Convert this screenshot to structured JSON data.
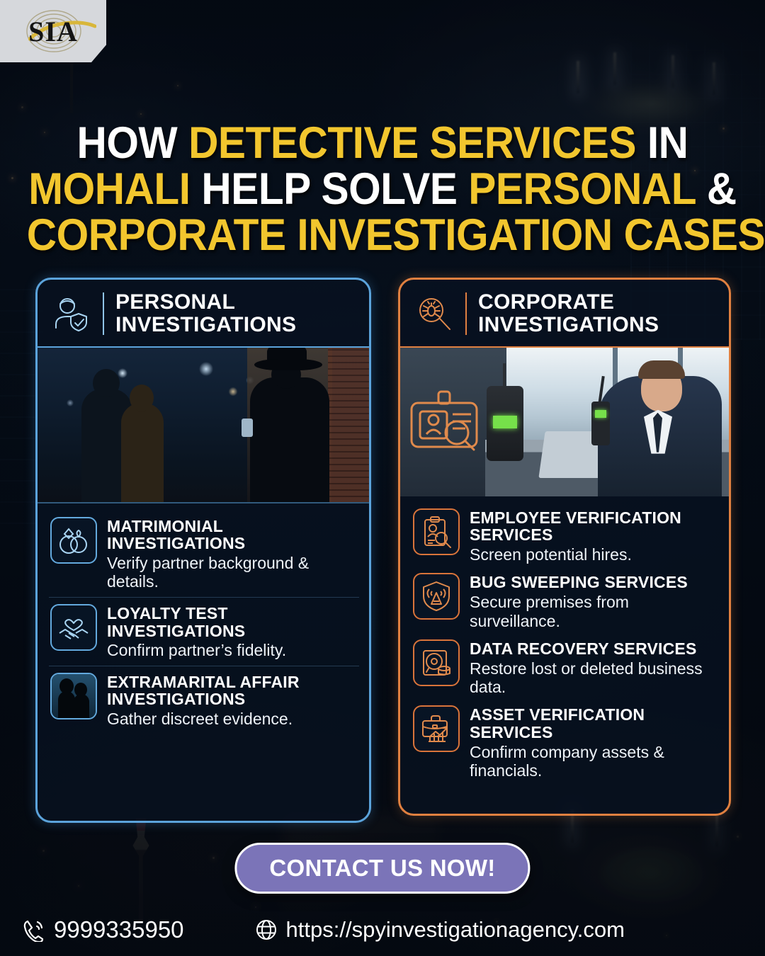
{
  "brand": {
    "logo_text": "SIA",
    "logo_icon": "fingerprint-swoosh-icon"
  },
  "headline": {
    "lines": [
      [
        {
          "text": "HOW ",
          "color": "white"
        },
        {
          "text": "DETECTIVE SERVICES ",
          "color": "gold"
        },
        {
          "text": "IN",
          "color": "white"
        }
      ],
      [
        {
          "text": "MOHALI ",
          "color": "gold"
        },
        {
          "text": "HELP SOLVE ",
          "color": "white"
        },
        {
          "text": "PERSONAL ",
          "color": "gold"
        },
        {
          "text": "&",
          "color": "white"
        }
      ],
      [
        {
          "text": "CORPORATE INVESTIGATION CASES",
          "color": "gold"
        }
      ]
    ],
    "plain": "HOW DETECTIVE SERVICES IN MOHALI HELP SOLVE PERSONAL & CORPORATE INVESTIGATION CASES"
  },
  "cards": {
    "personal": {
      "title_line1": "PERSONAL",
      "title_line2": "INVESTIGATIONS",
      "accent_color": "#5ba3db",
      "header_icon": "detective-shield-icon",
      "photo_alt": "night-street-surveillance-photo",
      "items": [
        {
          "icon": "wedding-rings-icon",
          "title_line1": "MATRIMONIAL",
          "title_line2": "INVESTIGATIONS",
          "desc": "Verify partner background & details."
        },
        {
          "icon": "handshake-heart-icon",
          "title_line1": "LOYALTY TEST",
          "title_line2": "INVESTIGATIONS",
          "desc": "Confirm partner’s fidelity."
        },
        {
          "icon": "couple-silhouette-icon",
          "title_line1": "EXTRAMARITAL AFFAIR",
          "title_line2": "INVESTIGATIONS",
          "desc": "Gather discreet evidence."
        }
      ]
    },
    "corporate": {
      "title_line1": "CORPORATE",
      "title_line2": "INVESTIGATIONS",
      "accent_color": "#e08040",
      "header_icon": "magnifier-bug-icon",
      "photo_alt": "office-bug-sweep-photo",
      "photo_overlay_icon": "id-badge-magnifier-icon",
      "items": [
        {
          "icon": "clipboard-magnifier-icon",
          "title_line1": "EMPLOYEE VERIFICATION",
          "title_line2": "SERVICES",
          "desc": "Screen potential hires."
        },
        {
          "icon": "shield-signal-icon",
          "title_line1": "BUG SWEEPING SERVICES",
          "title_line2": "",
          "desc": "Secure premises from surveillance."
        },
        {
          "icon": "harddrive-magnifier-icon",
          "title_line1": "DATA RECOVERY SERVICES",
          "title_line2": "",
          "desc": "Restore lost or deleted business data."
        },
        {
          "icon": "briefcase-chart-icon",
          "title_line1": "ASSET VERIFICATION",
          "title_line2": "SERVICES",
          "desc": "Confirm company assets & financials."
        }
      ]
    }
  },
  "cta": {
    "label": "CONTACT US NOW!",
    "bg_color": "#7b74b8",
    "text_color": "#ffffff"
  },
  "footer": {
    "phone_icon": "phone-ringing-icon",
    "phone": "9999335950",
    "web_icon": "globe-icon",
    "website": "https://spyinvestigationagency.com"
  },
  "theme": {
    "gold": "#f2c62e",
    "blue_accent": "#5ba3db",
    "orange_accent": "#e08040",
    "panel_bg": "#071221"
  }
}
